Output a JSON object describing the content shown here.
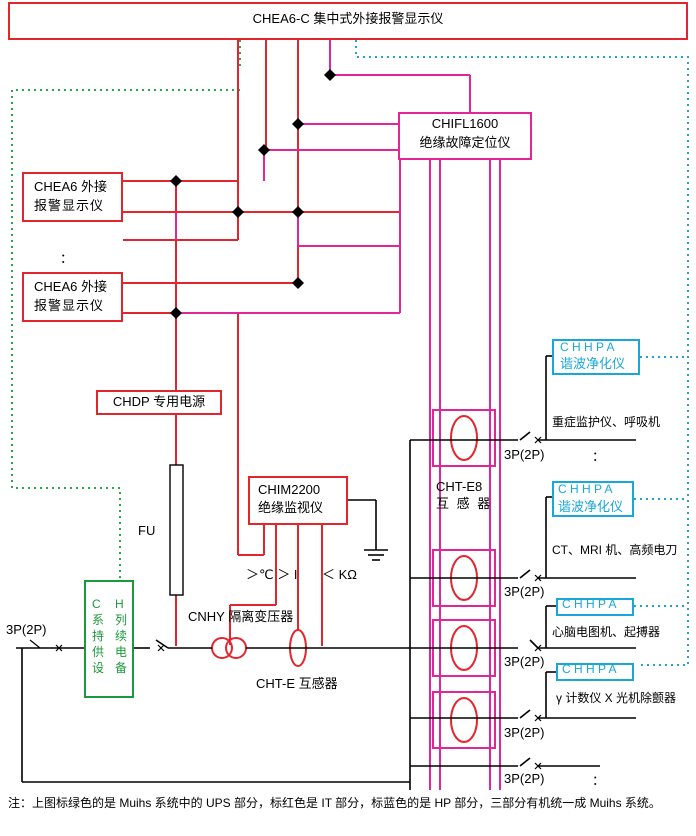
{
  "title": "CHEA6-C 集中式外接报警显示仪",
  "chiefl_line1": "CHIFL1600",
  "chiefl_line2": "绝缘故障定位仪",
  "chea6_a_line1": "CHEA6 外接",
  "chea6_a_line2": "报警显示仪",
  "ellipsis_mid": "：",
  "chea6_b_line1": "CHEA6 外接",
  "chea6_b_line2": "报警显示仪",
  "chdp": "CHDP 专用电源",
  "fu": "FU",
  "chim_line1": "CHIM2200",
  "chim_line2": "绝缘监视仪",
  "measure_temp_current": "＞℃ ＞ I",
  "measure_kohm": "＜ KΩ",
  "cnhy": "CNHY 隔离变压器",
  "chte": "CHT-E 互感器",
  "chte8_line1": "CHT-E8",
  "chte8_line2": "互 感 器",
  "ups_chars_col1": [
    "C",
    "系",
    "持",
    "供",
    "设"
  ],
  "ups_chars_col2": [
    "H",
    "列",
    "续",
    "电",
    "备"
  ],
  "breaker_3p2p": "3P(2P)",
  "chhpa": "C H H P A",
  "harmonic_purifier": "谐波净化仪",
  "load_1": "重症监护仪、呼吸机",
  "load_2": "CT、MRI 机、高频电刀",
  "load_3": "心脑电图机、起搏器",
  "load_4": "γ 计数仪 X 光机除颤器",
  "colon": "：",
  "note": "注：上图标绿色的是 Muihs 系统中的 UPS 部分，标红色是 IT 部分，标蓝色的是 HP 部分，三部分有机统一成 Muihs 系统。",
  "colors": {
    "it_red": "#e3262d",
    "magenta": "#e0269b",
    "ups_green": "#1a9a3c",
    "hp_blue": "#19a7d8",
    "dot_green": "#2aa84a",
    "dot_cyan": "#1fa6c6"
  }
}
